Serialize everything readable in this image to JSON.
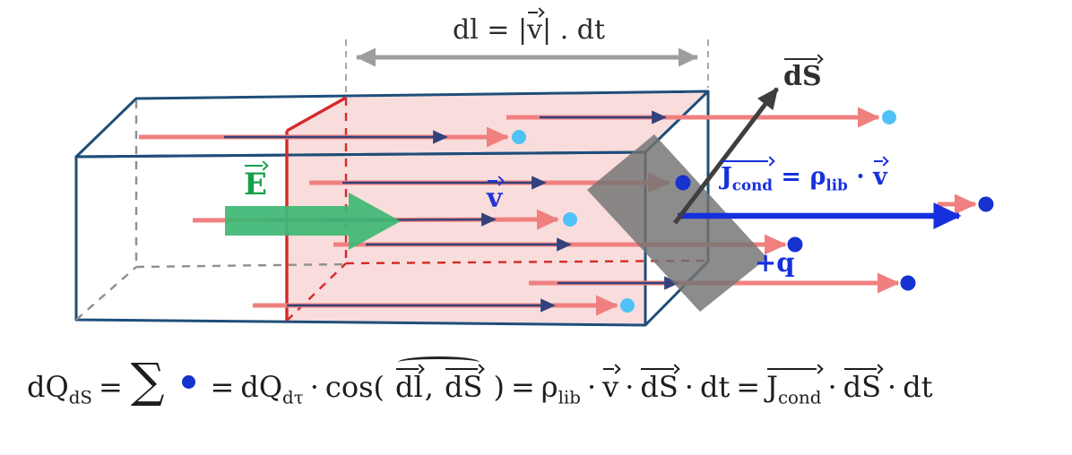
{
  "diagram": {
    "length_label_pre": "dl = |",
    "length_label_v": "v",
    "length_label_post": "| . dt",
    "e_field_label": "E",
    "velocity_label": "v",
    "surface_vector_label": "dS",
    "current_density_label": {
      "J": "J",
      "sub": "cond",
      "equals": "=",
      "rho": "ρ",
      "rho_sub": "lib",
      "dot": "·",
      "v": "v"
    },
    "charge_label": "+q"
  },
  "formula": {
    "dQ": "dQ",
    "sub_dS": "dS",
    "equals": "=",
    "sigma": "∑",
    "sub_dtau": "dτ",
    "dot": "·",
    "cos_open": "cos(",
    "dl": "dl",
    "comma": ",",
    "dS": "dS",
    "close_paren": ")",
    "rho": "ρ",
    "sub_lib": "lib",
    "v": "v",
    "dt": "dt",
    "J": "J",
    "sub_cond": "cond"
  },
  "colors": {
    "box_outline": "#1f4e79",
    "cross_section_red": "#d42a2a",
    "swept_volume_pink": "#f8d7d7",
    "charge_arrow_salmon": "#f08080",
    "drift_arrow_navy": "#33427a",
    "electron_dot_cyan": "#4fc3f7",
    "charge_dot_blue": "#1632cf",
    "e_field_green": "#3eb874",
    "surface_gray": "#737373",
    "measure_gray": "#9e9e9e",
    "ds_arrow_black": "#3f3f3f",
    "current_density_blue": "#1730dd"
  }
}
